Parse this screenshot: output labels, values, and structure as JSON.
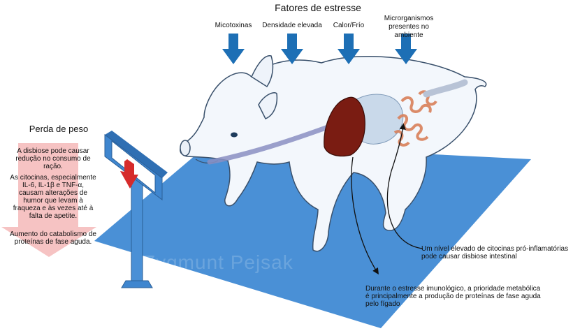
{
  "diagram": {
    "title": "Fatores de estresse",
    "stressors": [
      "Micotoxinas",
      "Densidade elevada",
      "Calor/Frío",
      "Microrganismos presentes no ambiente"
    ],
    "weight_loss": {
      "title": "Perda de peso",
      "notes": [
        "A disbiose pode causar redução no consumo de ração.",
        "As citocinas, especialmente IL-6, IL-1β e TNF-α, causam alterações de humor que levam à fraqueza e às vezes até à falta de apetite.",
        "Aumento do catabolismo de proteínas de fase aguda."
      ]
    },
    "callouts": {
      "dysbiosis": "Um nível elevado de citocinas pró-inflamatórias pode causar disbiose intestinal",
      "liver": "Durante o estresse imunológico, a prioridade metabólica é principalmente a produção de proteínas de fase aguda pelo fígado"
    },
    "watermark": "Zygmunt Pejsak"
  },
  "colors": {
    "arrow": "#1d6fb5",
    "floor": "#4a90d6",
    "liver": "#7a1c12",
    "intestine": "#e8a07a",
    "pink_arrow": "#f4b8b8",
    "scale_frame": "#3f86cf",
    "down_arrow": "#d62b2b"
  },
  "icons": [
    "down-arrow-icon",
    "scale-icon",
    "pig-illustration",
    "liver-icon",
    "intestine-icon"
  ]
}
